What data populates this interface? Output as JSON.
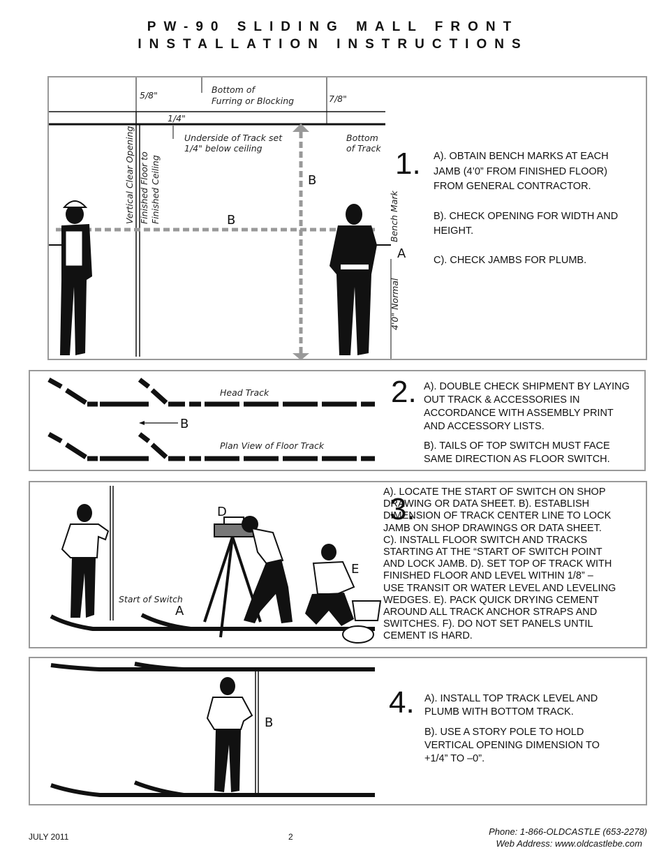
{
  "header": {
    "line1": "PW-90 SLIDING MALL FRONT",
    "line2": "INSTALLATION INSTRUCTIONS"
  },
  "panel1": {
    "number": "1.",
    "step_a": "A).   OBTAIN BENCH MARKS AT EACH JAMB (4’0” FROM FINISHED FLOOR) FROM GENERAL CONTRACTOR.",
    "step_b": "B).  CHECK OPENING FOR WIDTH AND HEIGHT.",
    "step_c": "C). CHECK JAMBS FOR PLUMB.",
    "labels": {
      "dim_5_8": "5/8\"",
      "dim_7_8": "7/8\"",
      "dim_1_4": "1/4\"",
      "bottom_furring_1": "Bottom of",
      "bottom_furring_2": "Furring or Blocking",
      "underside_1": "Underside of Track set",
      "underside_2": "1/4\" below ceiling",
      "bottom_track_1": "Bottom",
      "bottom_track_2": "of Track",
      "vertical_clear": "Vertical Clear Opening",
      "finished_floor_1": "Finished Floor to",
      "finished_floor_2": "Finished Ceiling",
      "bench_mark": "Bench Mark",
      "normal": "4'0\" Normal",
      "letter_a": "A",
      "letter_b": "B"
    }
  },
  "panel2": {
    "number": "2.",
    "step_a": "A).  DOUBLE CHECK SHIPMENT BY LAYING OUT TRACK & ACCESSORIES IN ACCORDANCE WITH ASSEMBLY PRINT AND ACCESSORY LISTS.",
    "step_b": "B).  TAILS OF TOP SWITCH MUST FACE SAME DIRECTION AS FLOOR SWITCH.",
    "labels": {
      "head_track": "Head Track",
      "floor_track": "Plan View of Floor Track",
      "letter_b": "B"
    }
  },
  "panel3": {
    "number": "3.",
    "step_text": "A).  LOCATE THE START OF SWITCH ON SHOP DRAWING OR DATA SHEET. B).  ESTABLISH DIMENSION OF TRACK CENTER LINE TO LOCK JAMB ON SHOP DRAWINGS OR DATA SHEET.  C). INSTALL FLOOR SWITCH AND TRACKS STARTING AT THE “START OF SWITCH POINT AND LOCK JAMB. D). SET TOP OF TRACK WITH FINISHED FLOOR AND LEVEL WITHIN 1/8” – USE TRANSIT OR WATER LEVEL AND LEVELING WEDGES.  E).  PACK QUICK DRYING CEMENT AROUND ALL TRACK ANCHOR STRAPS AND SWITCHES.  F).  DO NOT SET PANELS UNTIL CEMENT IS HARD.",
    "labels": {
      "start_switch": "Start of Switch",
      "letter_a": "A",
      "letter_d": "D",
      "letter_e": "E"
    }
  },
  "panel4": {
    "number": "4.",
    "step_a": "A).  INSTALL TOP TRACK LEVEL AND PLUMB WITH BOTTOM TRACK.",
    "step_b": "B).  USE A STORY POLE TO HOLD VERTICAL OPENING DIMENSION TO +1/4” TO –0”.",
    "labels": {
      "letter_b": "B"
    }
  },
  "footer": {
    "date": "JULY 2011",
    "page": "2",
    "phone": "Phone: 1-866-OLDCASTLE (653-2278)",
    "web": "Web Address: www.oldcastlebe.com"
  }
}
